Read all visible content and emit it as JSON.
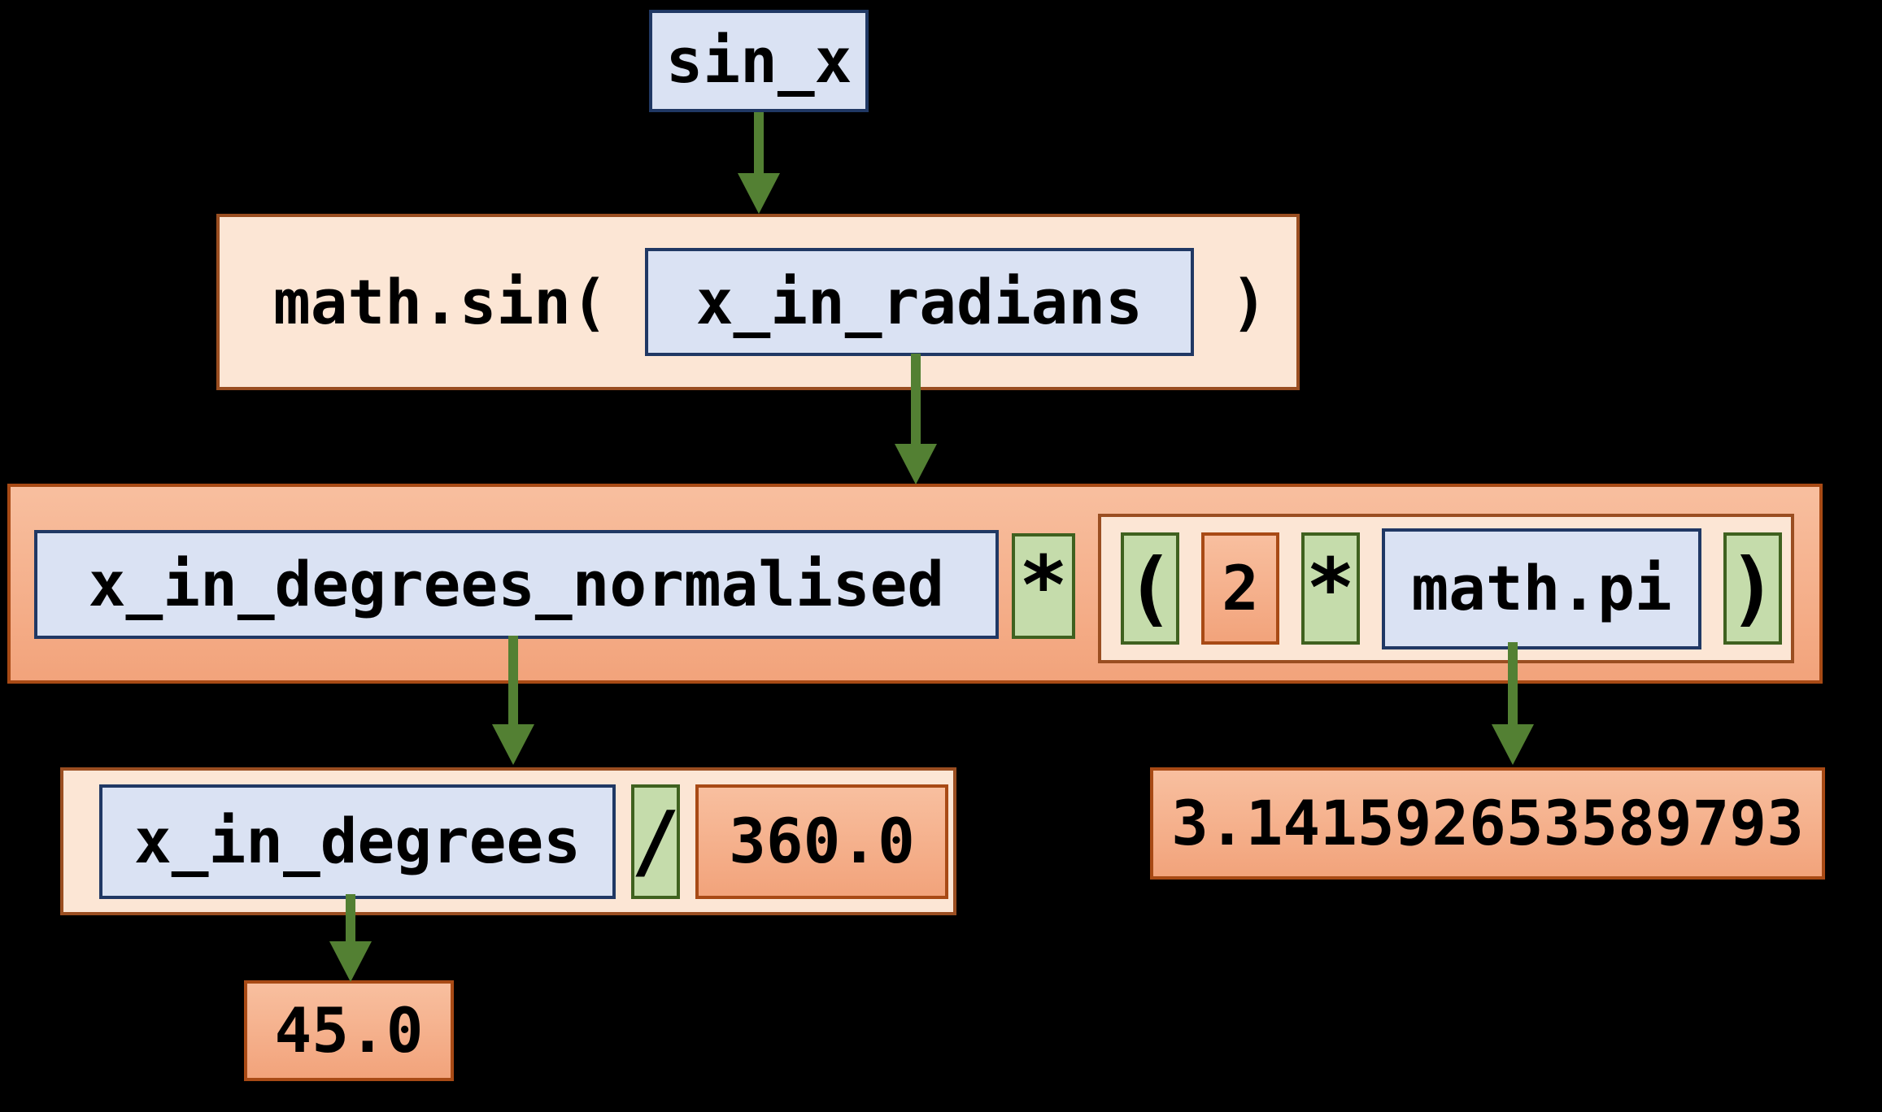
{
  "colors": {
    "bg": "#000000",
    "variable_fill": "#dae2f3",
    "variable_border": "#203864",
    "expression_fill": "#fce6d5",
    "expression_border": "#9a4e21",
    "value_fill_top": "#f8bf9f",
    "value_fill_bottom": "#f2a37b",
    "value_border": "#a84a15",
    "operator_fill": "#c5dcab",
    "operator_border": "#3f611f",
    "arrow_color": "#538033",
    "text_color": "#000000"
  },
  "nodes": {
    "variable": {
      "label": "sin_x"
    },
    "call": {
      "prefix": "math.sin(",
      "argument": "x_in_radians",
      "close_paren": ")"
    },
    "product": {
      "multiplicand": "x_in_degrees_normalised",
      "times_op": "*",
      "group": {
        "open_paren": "(",
        "factor": "2",
        "times_op": "*",
        "pi_name": "math.pi",
        "close_paren": ")"
      }
    },
    "quotient": {
      "dividend": "x_in_degrees",
      "divide_op": "/",
      "divisor": "360.0"
    },
    "pi_value": {
      "label": "3.141592653589793"
    },
    "result_value": {
      "label": "45.0"
    }
  }
}
